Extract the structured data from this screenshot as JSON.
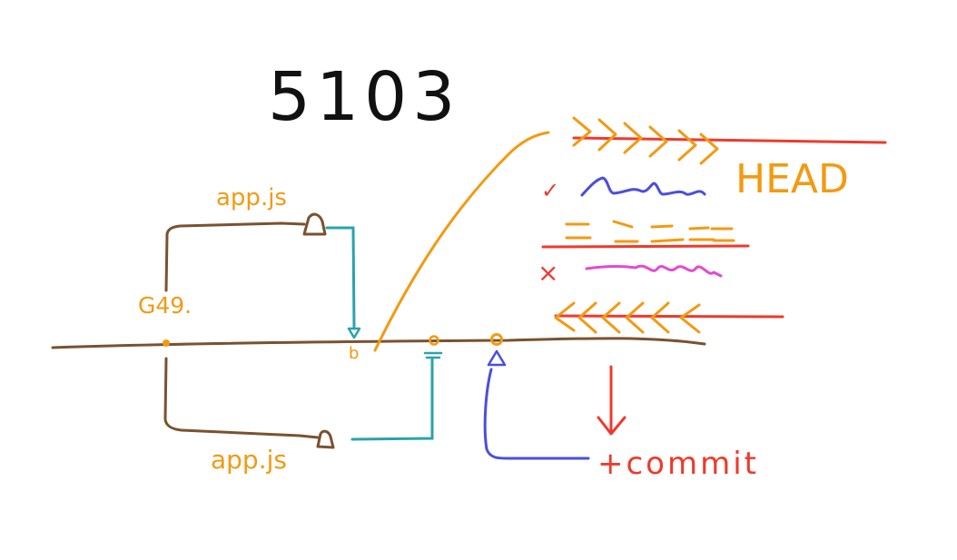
{
  "title": "5103",
  "labels": {
    "top_branch_file": "app.js",
    "bottom_branch_file": "app.js",
    "commit_label": "G49.",
    "head_label": "HEAD",
    "commit_action": "+commit",
    "check_mark": "✓",
    "cross_mark": "×"
  },
  "colors": {
    "background": "#ffffff",
    "main_line": "#7a5230",
    "orange": "#f39a12",
    "teal": "#2aa3ad",
    "blue": "#4b4ee0",
    "red": "#ee3a2c",
    "magenta": "#e44ad0",
    "black": "#111111"
  }
}
